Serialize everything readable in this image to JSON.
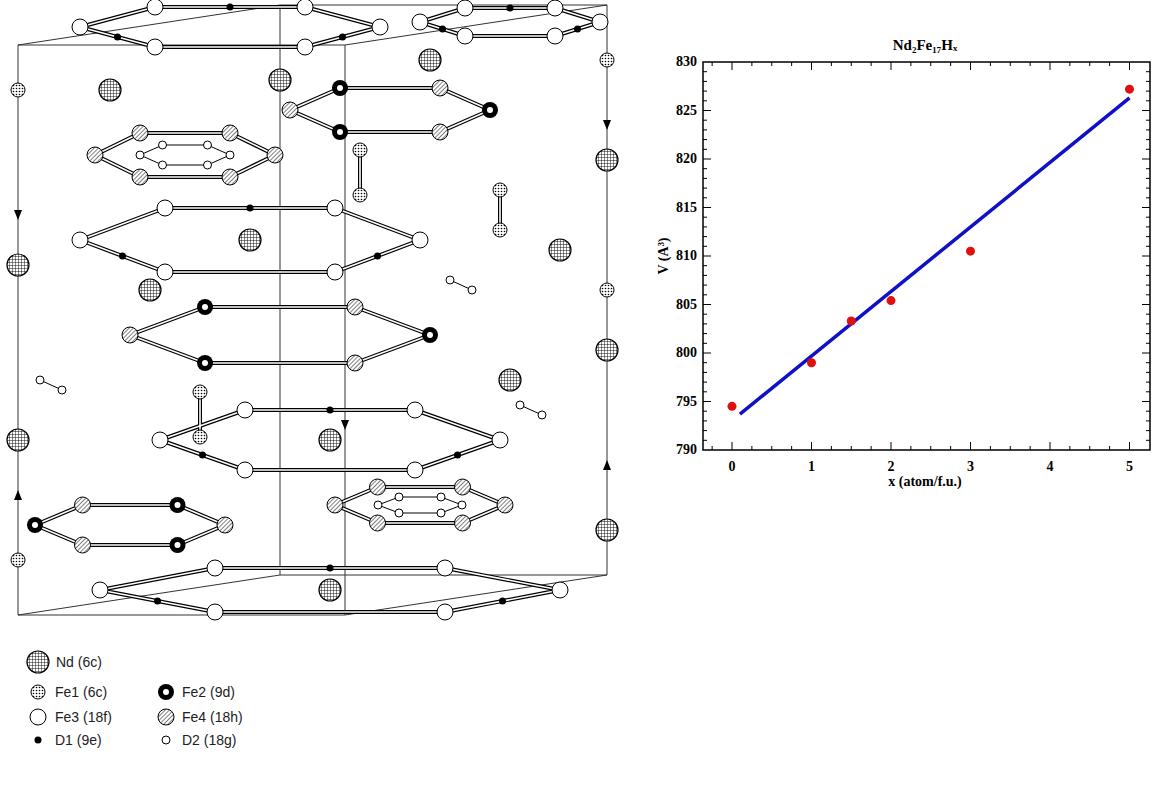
{
  "diagram": {
    "labels": [
      "Nd₂Fe₁₇Hₓ",
      "830",
      "825",
      "820",
      "815",
      "810",
      "805",
      "800",
      "795",
      "790",
      "0",
      "1",
      "2",
      "3",
      "4",
      "5",
      "V (A³)",
      "x (atom/f.u.)"
    ],
    "legend": [
      {
        "text": "Nd (6c)"
      },
      {
        "text": "Fe1 (6c)"
      },
      {
        "text": "Fe2 (9d)"
      },
      {
        "text": "Fe3 (18f)"
      },
      {
        "text": "Fe4 (18h)"
      },
      {
        "text": "D1 (9e)"
      },
      {
        "text": "D2 (18g)"
      }
    ]
  }
}
